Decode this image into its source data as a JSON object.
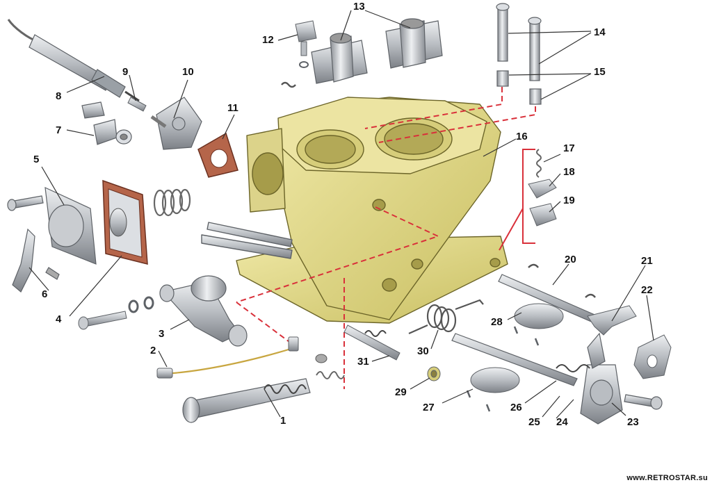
{
  "diagram": {
    "callouts": [
      "1",
      "2",
      "3",
      "4",
      "5",
      "6",
      "7",
      "8",
      "9",
      "10",
      "11",
      "12",
      "13",
      "14",
      "15",
      "16",
      "17",
      "18",
      "19",
      "20",
      "21",
      "22",
      "23",
      "24",
      "25",
      "26",
      "27",
      "28",
      "29",
      "30",
      "31"
    ],
    "watermark": "www.RETROSTAR.su"
  },
  "colors": {
    "body": "#e4dc8c",
    "body_shade": "#c9bf62",
    "body_outline": "#6b6428",
    "metal": "#c9ccd0",
    "metal_dark": "#7d8187",
    "gasket": "#b5654a",
    "dashed_line": "#d9303a",
    "leader": "#333333",
    "wire": "#c8a640"
  }
}
